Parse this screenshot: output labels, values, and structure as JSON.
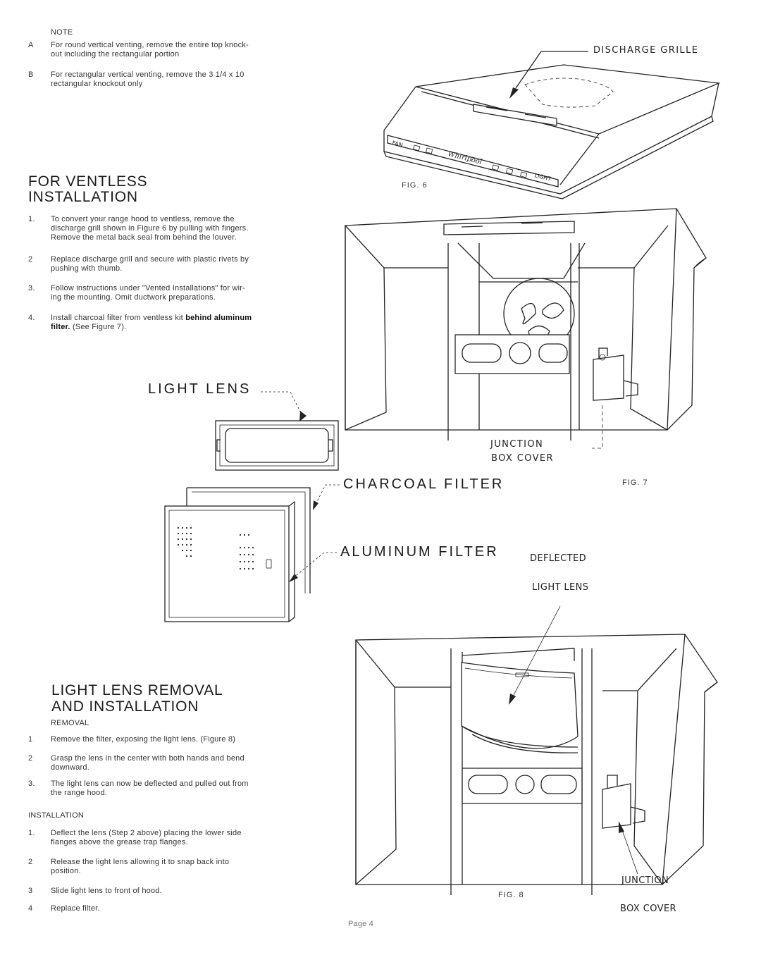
{
  "note": {
    "heading": "NOTE",
    "items": [
      {
        "letter": "A",
        "lines": [
          "For round vertical venting, remove the entire top knock-",
          "out including the rectangular portion"
        ]
      },
      {
        "letter": "B",
        "lines": [
          "For rectangular vertical venting, remove the 3 1/4 x 10",
          "rectangular knockout only"
        ]
      }
    ]
  },
  "ventless": {
    "title_lines": [
      "FOR VENTLESS",
      "INSTALLATION"
    ],
    "steps": [
      {
        "num": "1.",
        "lines": [
          "To convert your range hood to ventless, remove the",
          "discharge grill shown in Figure 6 by pulling with fingers.",
          "Remove the metal back seal from behind the louver."
        ]
      },
      {
        "num": "2",
        "lines": [
          "Replace discharge grill and secure with plastic rivets by",
          "pushing with thumb."
        ]
      },
      {
        "num": "3.",
        "lines": [
          "Follow instructions under \"Vented Installations\" for wir-",
          "ing the mounting. Omit ductwork preparations."
        ]
      },
      {
        "num": "4.",
        "line1_plain": "Install charcoal filter from ventless kit ",
        "line1_bold": "behind aluminum",
        "line2_bold": "filter.",
        "line2_plain": " (See Figure 7)."
      }
    ]
  },
  "fig6": {
    "label": "DISCHARGE GRILLE",
    "caption": "FIG. 6",
    "panel_fan": "FAN",
    "panel_brand": "Whirlpool",
    "panel_light": "LIGHT"
  },
  "fig7": {
    "caption": "FIG. 7",
    "junction_line1": "JUNCTION",
    "junction_line2": "BOX COVER"
  },
  "parts": {
    "light_lens": "LIGHT LENS",
    "charcoal_filter": "CHARCOAL FILTER",
    "aluminum_filter": "ALUMINUM FILTER"
  },
  "fig8": {
    "caption": "FIG. 8",
    "deflected_line1": "DEFLECTED",
    "deflected_line2": "LIGHT LENS",
    "junction_line1": "JUNCTION",
    "junction_line2": "BOX COVER"
  },
  "lens_section": {
    "title_lines": [
      "LIGHT LENS REMOVAL",
      "AND INSTALLATION"
    ],
    "removal_heading": "REMOVAL",
    "removal_steps": [
      {
        "num": "1",
        "lines": [
          "Remove the filter, exposing the light lens. (Figure 8)"
        ]
      },
      {
        "num": "2",
        "lines": [
          "Grasp the lens in the center with both hands and bend",
          "downward."
        ]
      },
      {
        "num": "3.",
        "lines": [
          "The light lens can now be deflected and pulled out from",
          "the range hood."
        ]
      }
    ],
    "installation_heading": "INSTALLATION",
    "installation_steps": [
      {
        "num": "1.",
        "lines": [
          "Deflect the lens (Step 2 above) placing the lower side",
          "flanges above the grease trap flanges."
        ]
      },
      {
        "num": "2",
        "lines": [
          "Release the light lens allowing it to snap back into",
          "position."
        ]
      },
      {
        "num": "3",
        "lines": [
          "Slide light lens to front of hood."
        ]
      },
      {
        "num": "4",
        "lines": [
          "Replace filter."
        ]
      }
    ]
  },
  "footer": {
    "page": "Page 4"
  }
}
